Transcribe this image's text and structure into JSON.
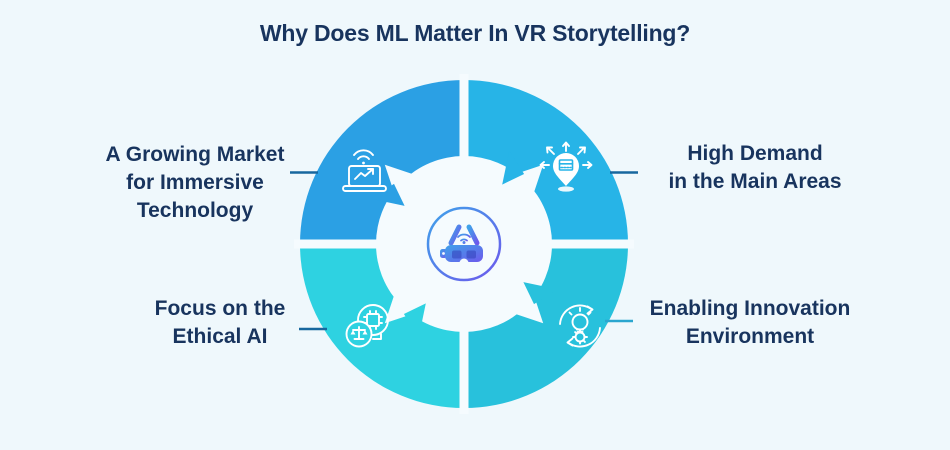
{
  "title": "Why Does ML Matter In VR Storytelling?",
  "colors": {
    "background": "#EFF8FC",
    "heading_text": "#18345E",
    "label_text": "#18345E",
    "hole": "#F5FBFE",
    "icon_stroke": "#FFFFFF",
    "connector_dark": "#17679E",
    "connector_light": "#2AA6CF",
    "emblem_gradient_start": "#3FA2E9",
    "emblem_gradient_end": "#6C59EC"
  },
  "wheel": {
    "center_icon": "vr-headset-icon",
    "segments": [
      {
        "position": "top-left",
        "label_lines": [
          "A Growing Market",
          "for Immersive",
          "Technology"
        ],
        "color": "#2BA0E4",
        "icon": "laptop-growth-chart-icon"
      },
      {
        "position": "top-right",
        "label_lines": [
          "High Demand",
          "in the Main Areas"
        ],
        "color": "#27B4E7",
        "icon": "location-pin-expansion-icon"
      },
      {
        "position": "bottom-right",
        "label_lines": [
          "Enabling Innovation",
          "Environment"
        ],
        "color": "#28C1DC",
        "icon": "innovation-bulb-gear-icon"
      },
      {
        "position": "bottom-left",
        "label_lines": [
          "Focus on the",
          "Ethical AI"
        ],
        "color": "#2ED2E1",
        "icon": "ai-ethics-balance-icon"
      }
    ]
  }
}
